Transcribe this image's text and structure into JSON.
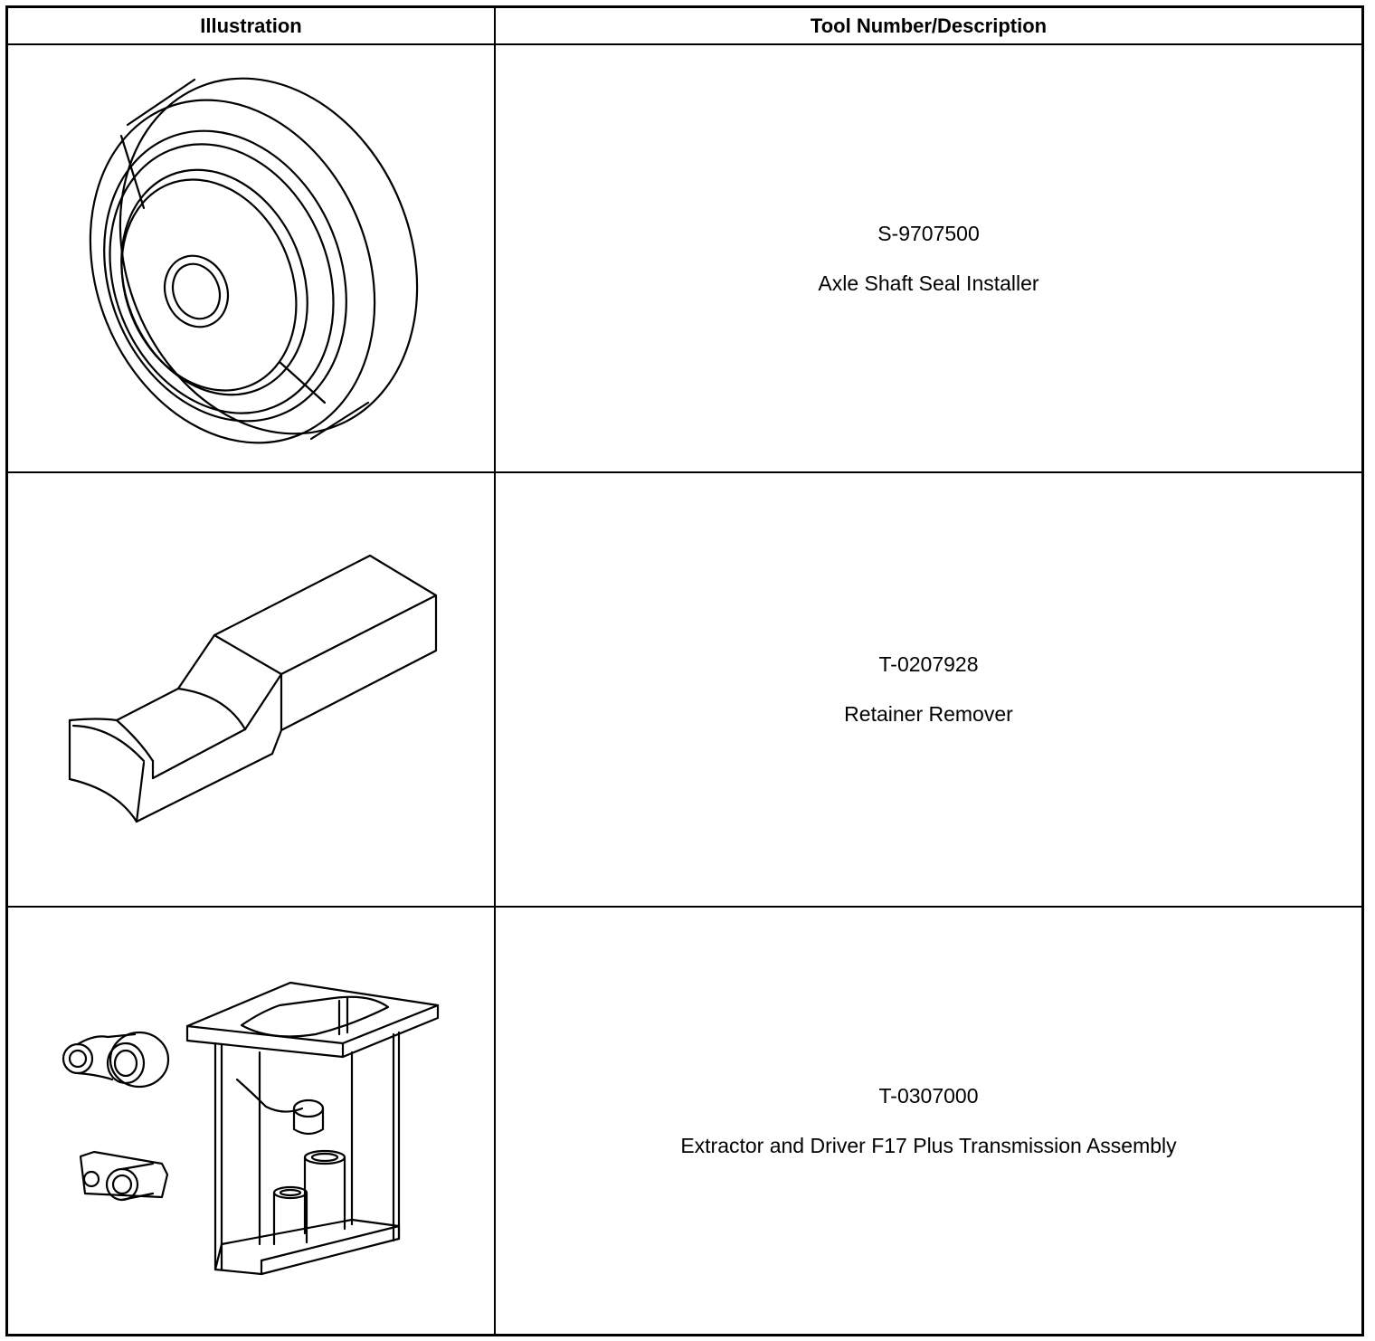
{
  "header": {
    "illustration": "Illustration",
    "tool_number_description": "Tool Number/Description"
  },
  "rows": [
    {
      "tool_number": "S-9707500",
      "description": "Axle Shaft Seal Installer",
      "icon": "seal-installer-illustration"
    },
    {
      "tool_number": "T-0207928",
      "description": "Retainer Remover",
      "icon": "retainer-remover-illustration"
    },
    {
      "tool_number": "T-0307000",
      "description": "Extractor and Driver F17 Plus Transmission Assembly",
      "icon": "extractor-driver-illustration"
    }
  ]
}
